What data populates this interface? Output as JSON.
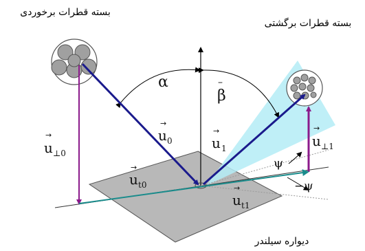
{
  "labels": {
    "incident_bundle": "بسته قطرات برخوردی",
    "reflected_bundle": "بسته قطرات برگشتی",
    "cylinder_wall": "دیواره سیلندر",
    "alpha": "α",
    "beta": "β",
    "psi_upper": "ψ",
    "psi_lower": "−ψ"
  },
  "vectors": {
    "u0": {
      "base": "u",
      "sub": "0"
    },
    "u1": {
      "base": "u",
      "sub": "1"
    },
    "ut0": {
      "base": "u",
      "sub": "t0"
    },
    "ut1": {
      "base": "u",
      "sub": "t1"
    },
    "uperp0": {
      "base": "u",
      "sub": "⊥0"
    },
    "uperp1": {
      "base": "u",
      "sub": "⊥1"
    }
  },
  "colors": {
    "incident": "#1a1a8c",
    "reflected": "#1a1a8c",
    "perp": "#8b1a8b",
    "tangent": "#1a8c8c",
    "plate": "#b8b8b8",
    "cone": "#b4ecf6",
    "droplet": "#a0a0a0"
  }
}
